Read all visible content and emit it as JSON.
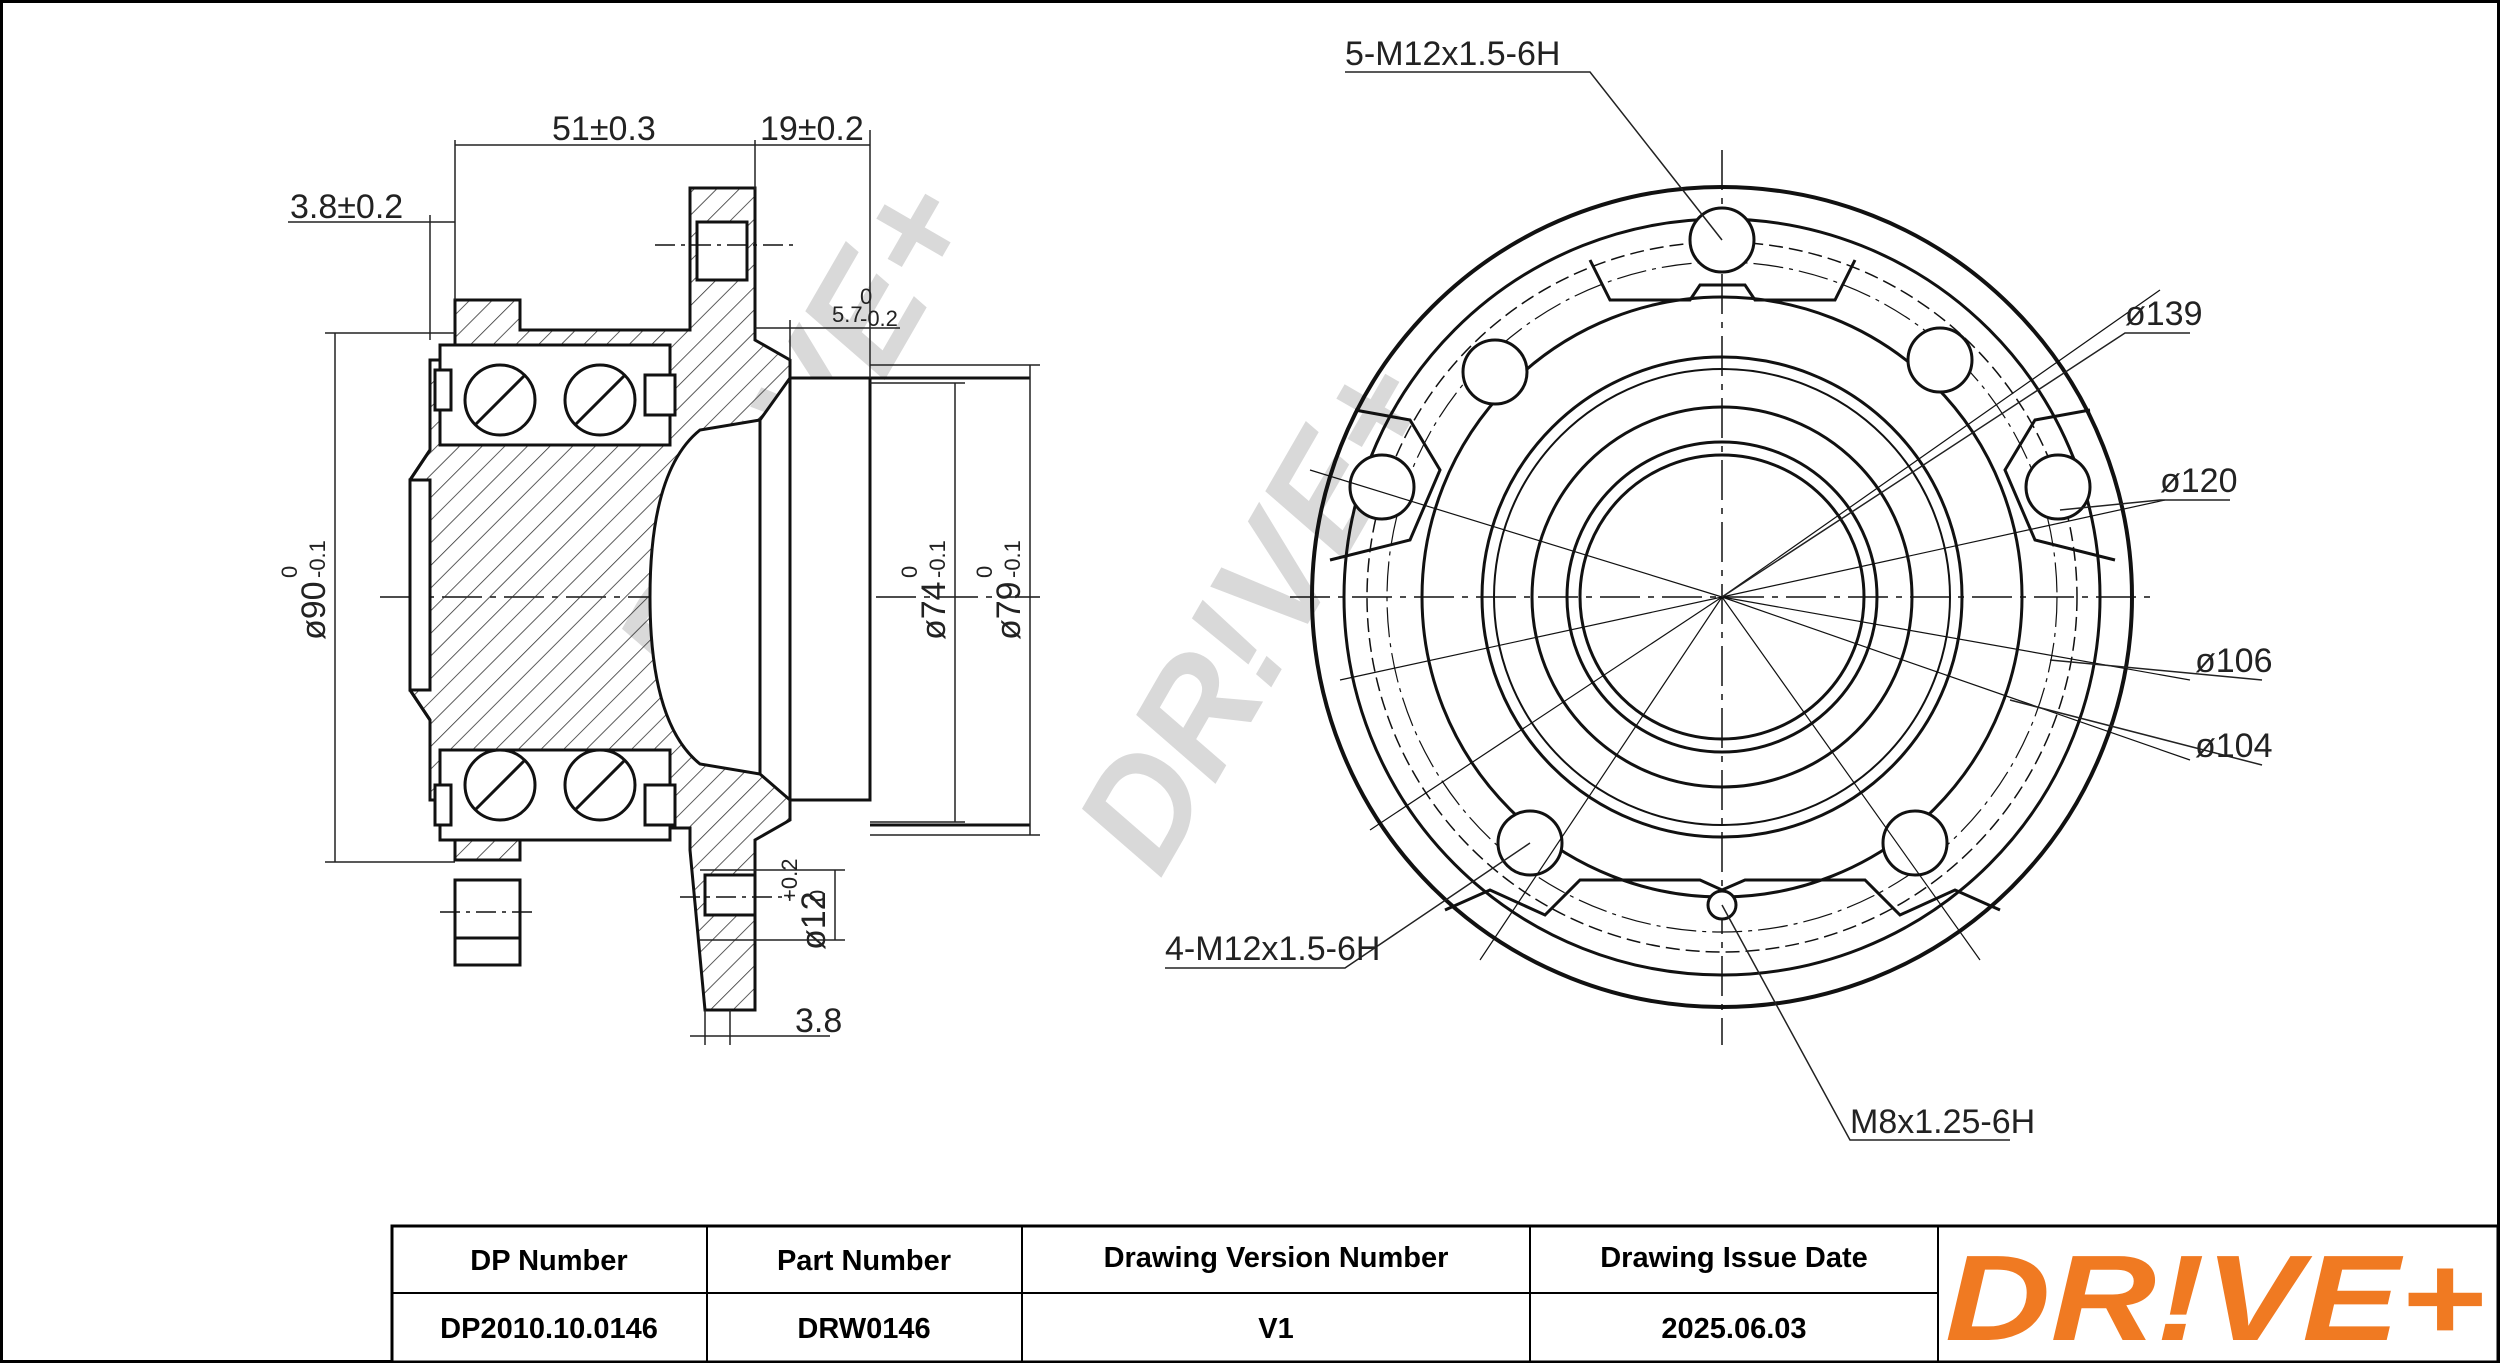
{
  "drawing": {
    "side_view_dims": {
      "d1": "51±0.3",
      "d2": "19±0.2",
      "d3": "3.8±0.2",
      "d4": "5.7",
      "d4_tol": "0",
      "d4_tol2": "-0.2",
      "d5": "ø90",
      "d5_tol": "0",
      "d5_tol2": "-0.1",
      "d6": "ø74",
      "d6_tol": "0",
      "d6_tol2": "-0.1",
      "d7": "ø79",
      "d7_tol": "0",
      "d7_tol2": "-0.1",
      "d8": "ø12",
      "d8_tol": "+0.2",
      "d8_tol2": "0",
      "d9": "3.8"
    },
    "front_view_dims": {
      "thread_top": "5-M12x1.5-6H",
      "thread_left": "4-M12x1.5-6H",
      "thread_bottom": "M8x1.25-6H",
      "dia_139": "ø139",
      "dia_120": "ø120",
      "dia_106": "ø106",
      "dia_104": "ø104"
    },
    "watermark": "DR!VE+"
  },
  "title_block": {
    "headers": [
      "DP Number",
      "Part Number",
      "Drawing Version Number",
      "Drawing Issue Date"
    ],
    "values": [
      "DP2010.10.0146",
      "DRW0146",
      "V1",
      "2025.06.03"
    ]
  },
  "logo": {
    "text": "DR!VE+",
    "color": "#f07a22"
  }
}
